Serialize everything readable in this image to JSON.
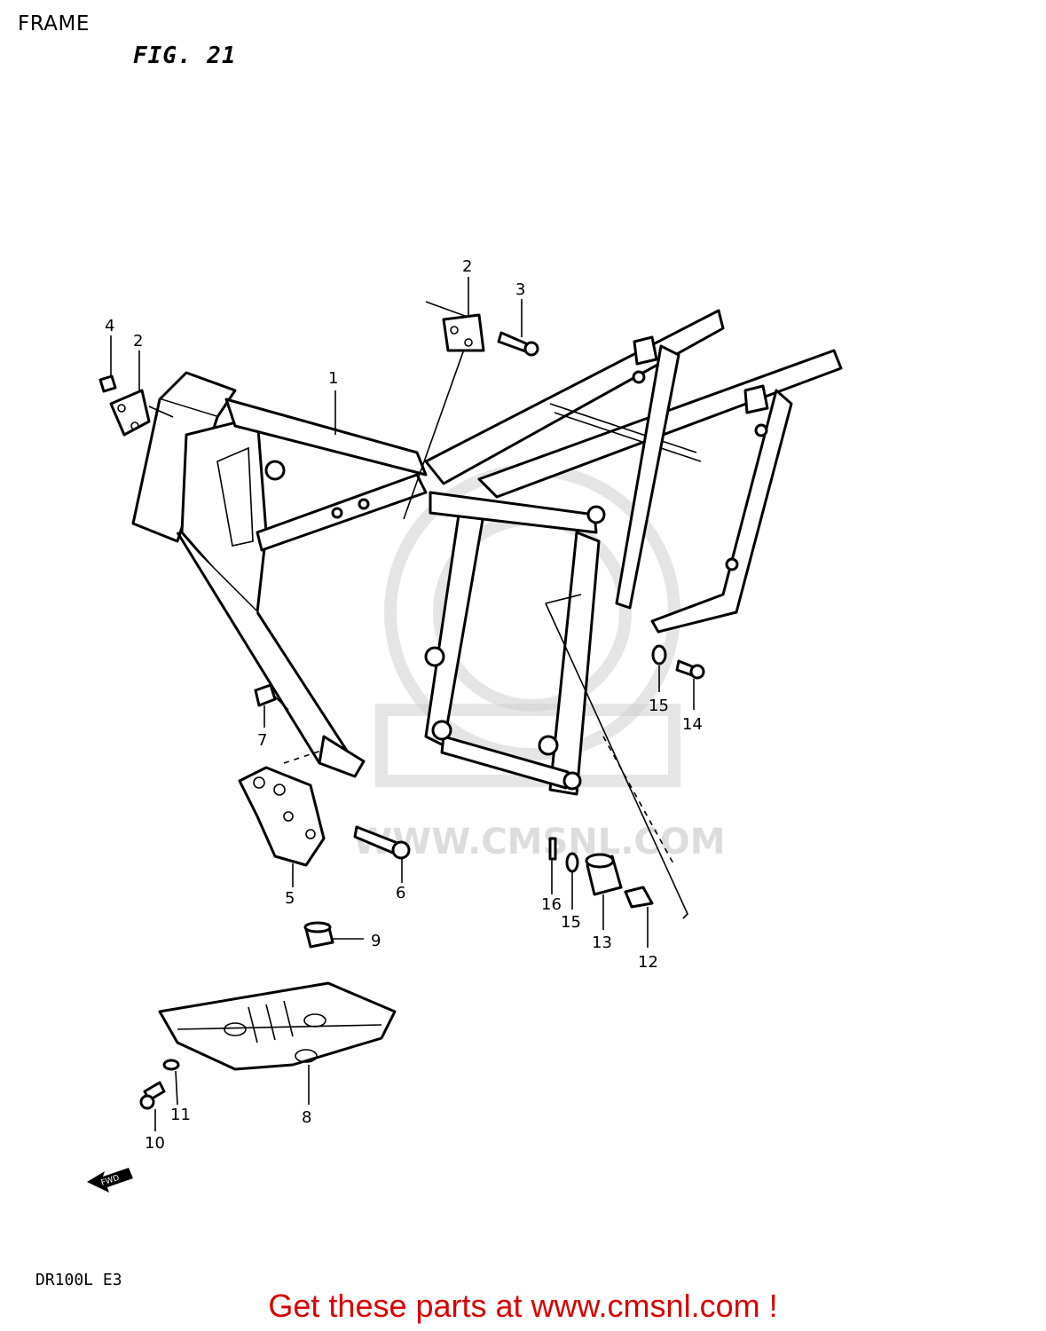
{
  "header": {
    "section": "FRAME",
    "figure": "FIG. 21"
  },
  "model": "DR100L  E3",
  "watermark": "WWW.CMSNL.COM",
  "footer": {
    "cta": "Get these parts at www.cmsnl.com !",
    "cta_color": "#d90000"
  },
  "forward_marker": "FWD",
  "callouts": [
    "1",
    "2",
    "2",
    "3",
    "4",
    "5",
    "6",
    "7",
    "8",
    "9",
    "10",
    "11",
    "12",
    "13",
    "14",
    "15",
    "15",
    "16"
  ]
}
